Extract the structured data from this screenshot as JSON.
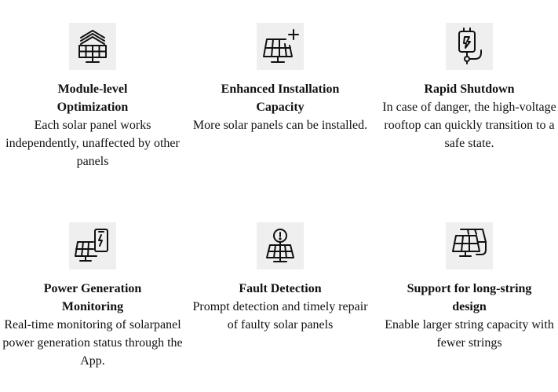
{
  "features": [
    {
      "icon": "solar-panel-layers-icon",
      "title_line1": "Module-level",
      "title_line2": "Optimization",
      "description": "Each solar panel works independently, unaffected by other panels"
    },
    {
      "icon": "solar-panel-plus-icon",
      "title_line1": "Enhanced Installation",
      "title_line2": "Capacity",
      "description": "More solar panels can be installed."
    },
    {
      "icon": "shutdown-switch-icon",
      "title_line1": "Rapid Shutdown",
      "title_line2": "",
      "description": "In case of danger, the high-voltage rooftop can quickly transition to a safe state."
    },
    {
      "icon": "solar-panel-phone-icon",
      "title_line1": "Power Generation",
      "title_line2": "Monitoring",
      "description": "Real-time monitoring of solarpanel power generation status through the App."
    },
    {
      "icon": "solar-panel-fault-icon",
      "title_line1": "Fault Detection",
      "title_line2": "",
      "description": "Prompt detection and timely repair of faulty solar panels"
    },
    {
      "icon": "solar-panel-string-icon",
      "title_line1": "Support for long-string",
      "title_line2": "design",
      "description": "Enable larger string capacity with fewer strings"
    }
  ]
}
